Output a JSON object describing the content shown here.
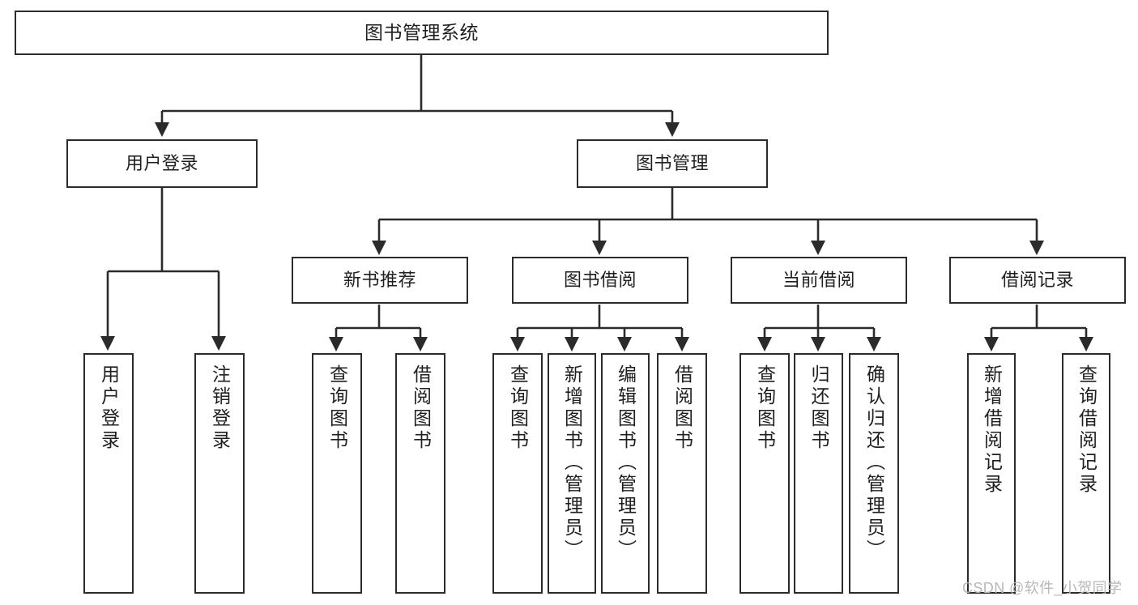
{
  "diagram": {
    "type": "hierarchy-tree",
    "title": "图书管理系统",
    "watermark": "CSDN @软件_小贺同学",
    "colors": {
      "stroke": "#2b2b2b",
      "fill": "#ffffff",
      "text": "#1f1f1f",
      "watermark": "#b8b8b8"
    },
    "nodes": {
      "root": {
        "label": "图书管理系统"
      },
      "level1": [
        {
          "label": "用户登录"
        },
        {
          "label": "图书管理"
        }
      ],
      "level2": [
        {
          "label": "新书推荐"
        },
        {
          "label": "图书借阅"
        },
        {
          "label": "当前借阅"
        },
        {
          "label": "借阅记录"
        }
      ],
      "leaves": [
        {
          "label": "用户登录"
        },
        {
          "label": "注销登录"
        },
        {
          "label": "查询图书"
        },
        {
          "label": "借阅图书"
        },
        {
          "label": "查询图书"
        },
        {
          "label": "新增图书（管理员）"
        },
        {
          "label": "编辑图书（管理员）"
        },
        {
          "label": "借阅图书"
        },
        {
          "label": "查询图书"
        },
        {
          "label": "归还图书"
        },
        {
          "label": "确认归还（管理员）"
        },
        {
          "label": "新增借阅记录"
        },
        {
          "label": "查询借阅记录"
        }
      ]
    }
  }
}
